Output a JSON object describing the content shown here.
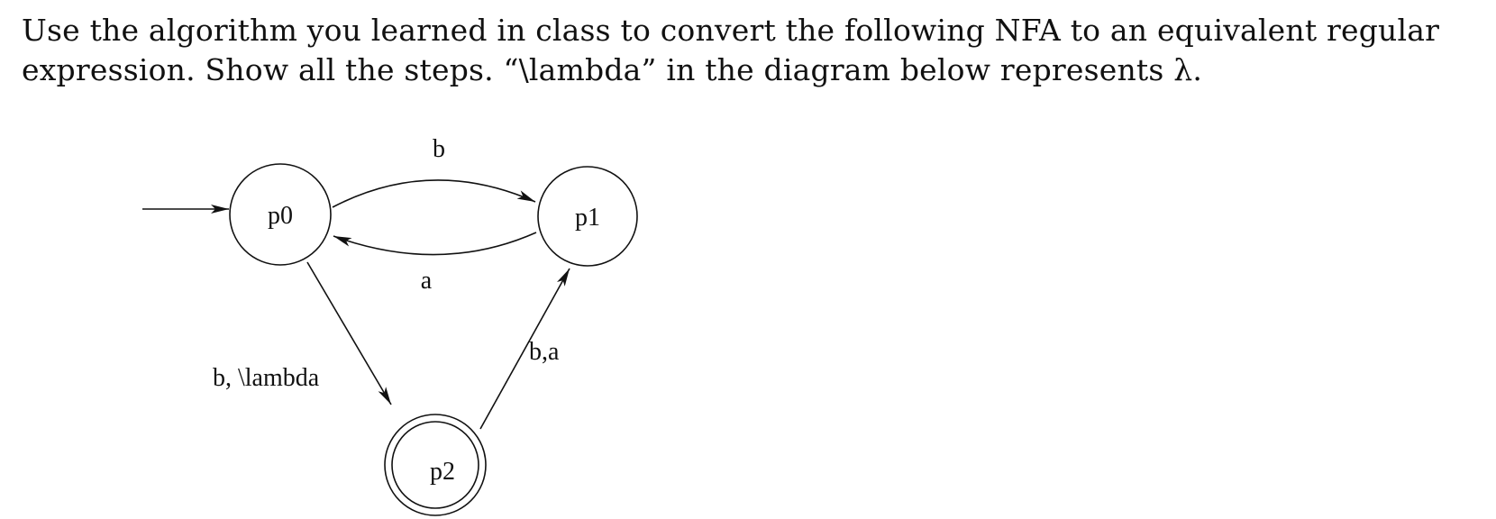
{
  "problem": {
    "line1": "Use the algorithm you learned in class to convert the following NFA to an equivalent regular",
    "line2": "expression. Show all the steps. “\\lambda” in the diagram below represents λ."
  },
  "nfa": {
    "states": [
      {
        "id": "p0",
        "label": "p0",
        "start": true,
        "accepting": false
      },
      {
        "id": "p1",
        "label": "p1",
        "start": false,
        "accepting": false
      },
      {
        "id": "p2",
        "label": "p2",
        "start": false,
        "accepting": true
      }
    ],
    "transitions": [
      {
        "from": "p0",
        "to": "p1",
        "label": "b"
      },
      {
        "from": "p1",
        "to": "p0",
        "label": "a"
      },
      {
        "from": "p0",
        "to": "p2",
        "label": "b, \\lambda"
      },
      {
        "from": "p2",
        "to": "p1",
        "label": "b,a"
      }
    ]
  }
}
